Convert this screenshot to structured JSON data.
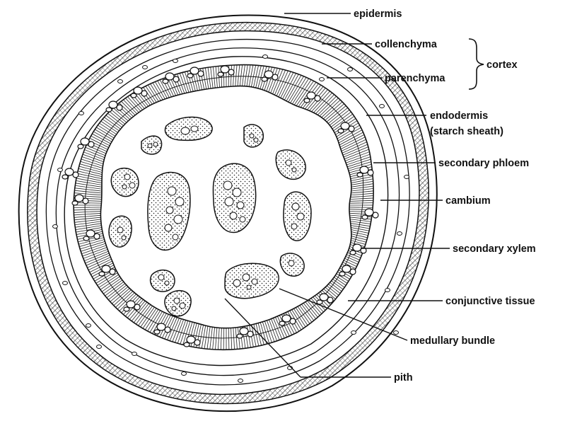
{
  "diagram": {
    "labels": {
      "epidermis": "epidermis",
      "collenchyma": "collenchyma",
      "parenchyma": "parenchyma",
      "cortex": "cortex",
      "endodermis_line1": "endodermis",
      "endodermis_line2": "(starch sheath)",
      "secondary_phloem": "secondary phloem",
      "cambium": "cambium",
      "secondary_xylem": "secondary xylem",
      "conjunctive_tissue": "conjunctive tissue",
      "medullary_bundle": "medullary bundle",
      "pith": "pith"
    },
    "colors": {
      "ink": "#111111",
      "background": "#ffffff"
    }
  }
}
